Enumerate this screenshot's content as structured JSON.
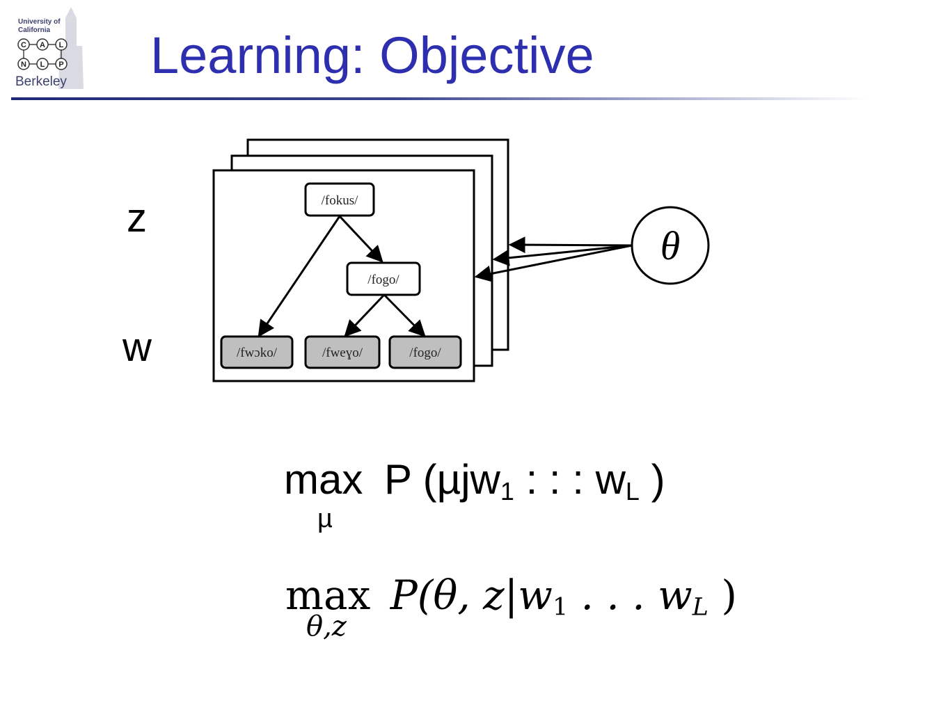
{
  "logo": {
    "line1": "University of",
    "line2": "California",
    "letters": [
      "C",
      "A",
      "L",
      "N",
      "L",
      "P"
    ],
    "name": "Berkeley"
  },
  "title": "Learning: Objective",
  "labels": {
    "z": "z",
    "w": "w"
  },
  "diagram": {
    "root": "/fokus/",
    "middle": "/fogo/",
    "leaves": [
      "/fwɔko/",
      "/fweɣo/",
      "/fogo/"
    ],
    "theta": "θ"
  },
  "formula1": {
    "max": "max",
    "sub": "µ",
    "body": "P (µjw",
    "i1": "1",
    "dots": ": : : w",
    "iL": "L",
    "close": ")"
  },
  "formula2": {
    "max": "max",
    "sub": "θ,z",
    "body": "P(θ, z|w",
    "i1": "1",
    "dots": ". . . w",
    "iL": "L",
    "close": ")"
  },
  "colors": {
    "title": "#2e2fae",
    "rule": "#1e2a78",
    "leaf_fill": "#bfbfbf"
  }
}
